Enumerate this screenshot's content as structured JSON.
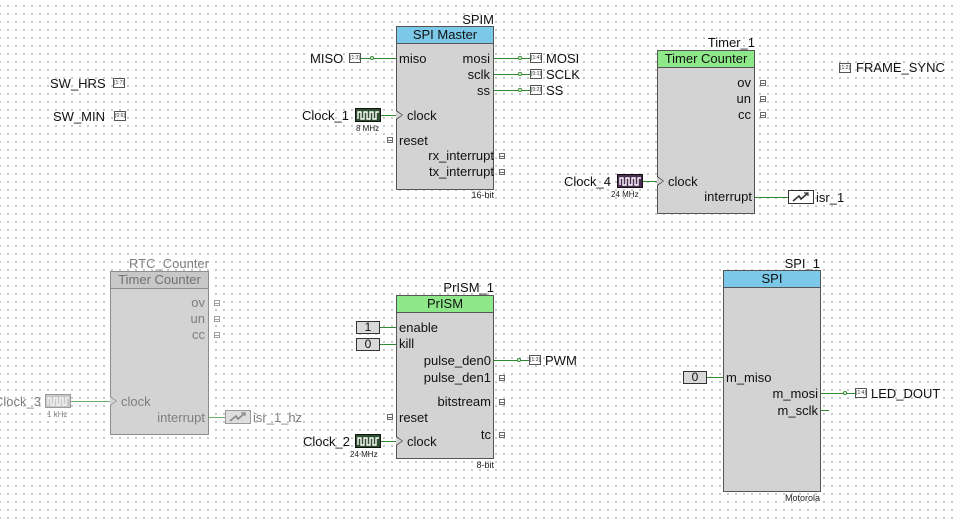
{
  "spim": {
    "instance": "SPIM",
    "header": "SPI Master",
    "footer": "16-bit",
    "ports_left": [
      "miso",
      "clock",
      "reset"
    ],
    "ports_right": [
      "mosi",
      "sclk",
      "ss",
      "rx_interrupt",
      "tx_interrupt"
    ],
    "in_miso": "MISO",
    "in_miso_pin": "[1:3]",
    "clock_name": "Clock_1",
    "clock_freq": "8 MHz",
    "out_mosi": "MOSI",
    "out_mosi_pin": "[1:4]",
    "out_sclk": "SCLK",
    "out_sclk_pin": "[0:1]",
    "out_ss": "SS",
    "out_ss_pin": "[0:2]"
  },
  "timer1": {
    "instance": "Timer_1",
    "header": "Timer Counter",
    "ports_right": [
      "ov",
      "un",
      "cc",
      "interrupt"
    ],
    "port_left": "clock",
    "clock_name": "Clock_4",
    "clock_freq": "24 MHz",
    "isr": "isr_1"
  },
  "rtc": {
    "instance": "RTC_Counter",
    "header": "Timer Counter",
    "ports_right": [
      "ov",
      "un",
      "cc",
      "interrupt"
    ],
    "port_left": "clock",
    "clock_name": "Clock_3",
    "clock_freq": "1 kHz",
    "isr": "isr_1_hz"
  },
  "prism": {
    "instance": "PrISM_1",
    "header": "PrISM",
    "footer": "8-bit",
    "ports_left": [
      "enable",
      "kill",
      "reset",
      "clock"
    ],
    "ports_right": [
      "pulse_den0",
      "pulse_den1",
      "bitstream",
      "tc"
    ],
    "const_enable": "1",
    "const_kill": "0",
    "clock_name": "Clock_2",
    "clock_freq": "24 MHz",
    "out_pwm": "PWM",
    "out_pwm_pin": "[1:3]"
  },
  "spi1": {
    "instance": "SPI_1",
    "header": "SPI",
    "footer": "Motorola",
    "port_left": "m_miso",
    "ports_right": [
      "m_mosi",
      "m_sclk"
    ],
    "const_miso": "0",
    "out_led": "LED_DOUT",
    "out_led_pin": "[1:4]"
  },
  "pins": {
    "sw_hrs": "SW_HRS",
    "sw_hrs_pin": "[1:7]",
    "sw_min": "SW_MIN",
    "sw_min_pin": "[0:6]",
    "frame_sync": "FRAME_SYNC",
    "frame_sync_pin": "[1:2]"
  },
  "colors": {
    "spi_header": "#7cc8e8",
    "prism_header": "#8ee88a",
    "wire": "#2f8a2f",
    "block": "#d3d3d3"
  },
  "icons": {
    "clock": "clock-icon",
    "interrupt": "interrupt-icon",
    "pin": "pin-icon"
  }
}
